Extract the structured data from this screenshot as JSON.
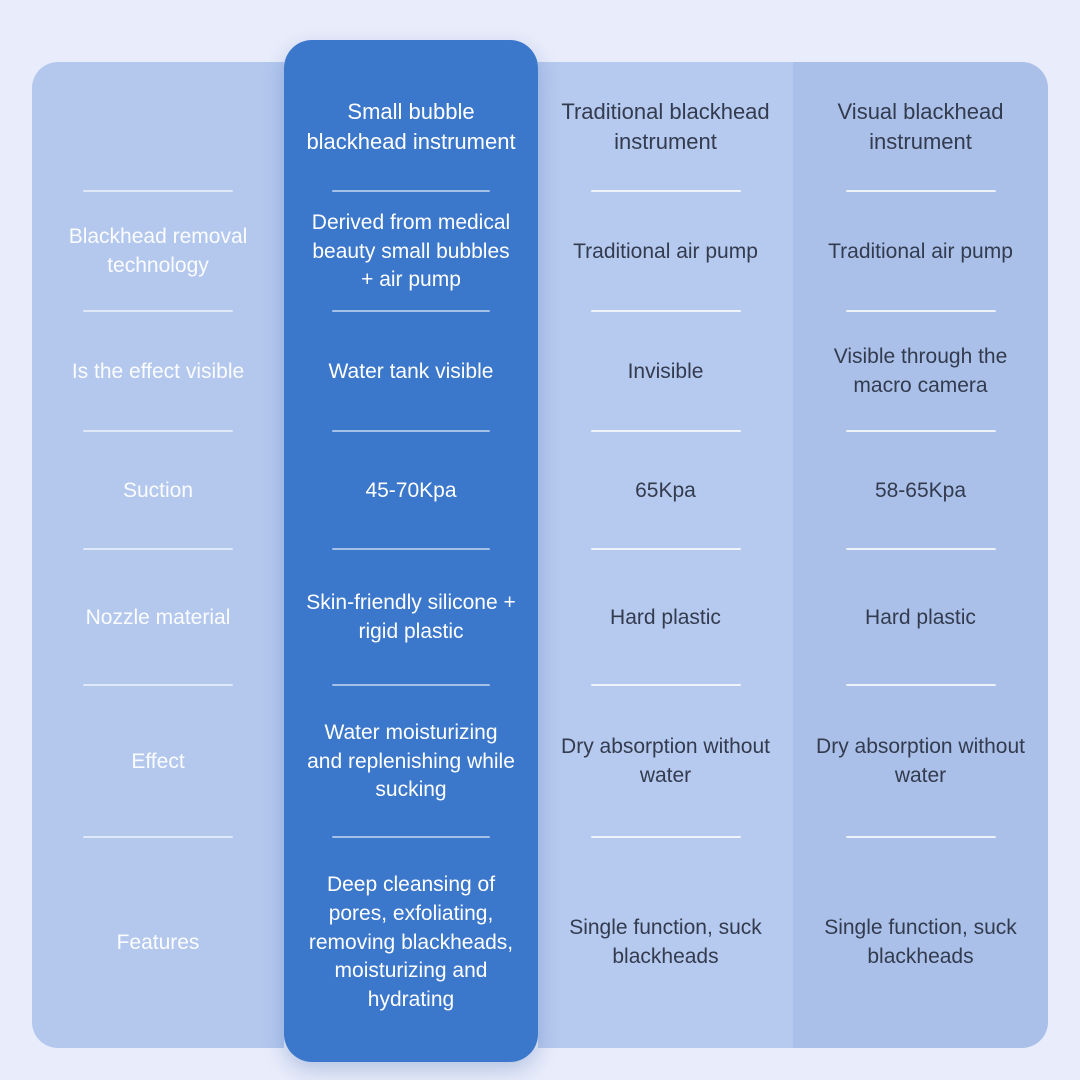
{
  "chart_data": {
    "type": "table",
    "row_labels": [
      "Blackhead removal technology",
      "Is the effect visible",
      "Suction",
      "Nozzle material",
      "Effect",
      "Features"
    ],
    "columns": [
      {
        "header": "Small bubble blackhead instrument",
        "highlighted": true,
        "cells": [
          "Derived from medical beauty small bubbles + air pump",
          "Water tank visible",
          "45-70Kpa",
          "Skin-friendly silicone + rigid plastic",
          "Water moisturizing and replenishing while sucking",
          "Deep cleansing of pores, exfoliating, removing blackheads, moisturizing and hydrating"
        ]
      },
      {
        "header": "Traditional blackhead instrument",
        "highlighted": false,
        "cells": [
          "Traditional air pump",
          "Invisible",
          "65Kpa",
          "Hard plastic",
          "Dry absorption without water",
          "Single function, suck blackheads"
        ]
      },
      {
        "header": "Visual blackhead instrument",
        "highlighted": false,
        "cells": [
          "Traditional air pump",
          "Visible through the macro camera",
          "58-65Kpa",
          "Hard plastic",
          "Dry absorption without water",
          "Single function, suck blackheads"
        ]
      }
    ],
    "layout": {
      "legend": "none",
      "grid": "short centered row dividers"
    }
  },
  "colors": {
    "page_background": "#e9edfb",
    "label_column_background": "#b4c8ee",
    "highlight_column_background": "#3b77ca",
    "column_3_background": "#b6c9ee",
    "column_4_background": "#aac0e9",
    "light_text": "#ffffff",
    "dark_text": "#333b4f"
  }
}
